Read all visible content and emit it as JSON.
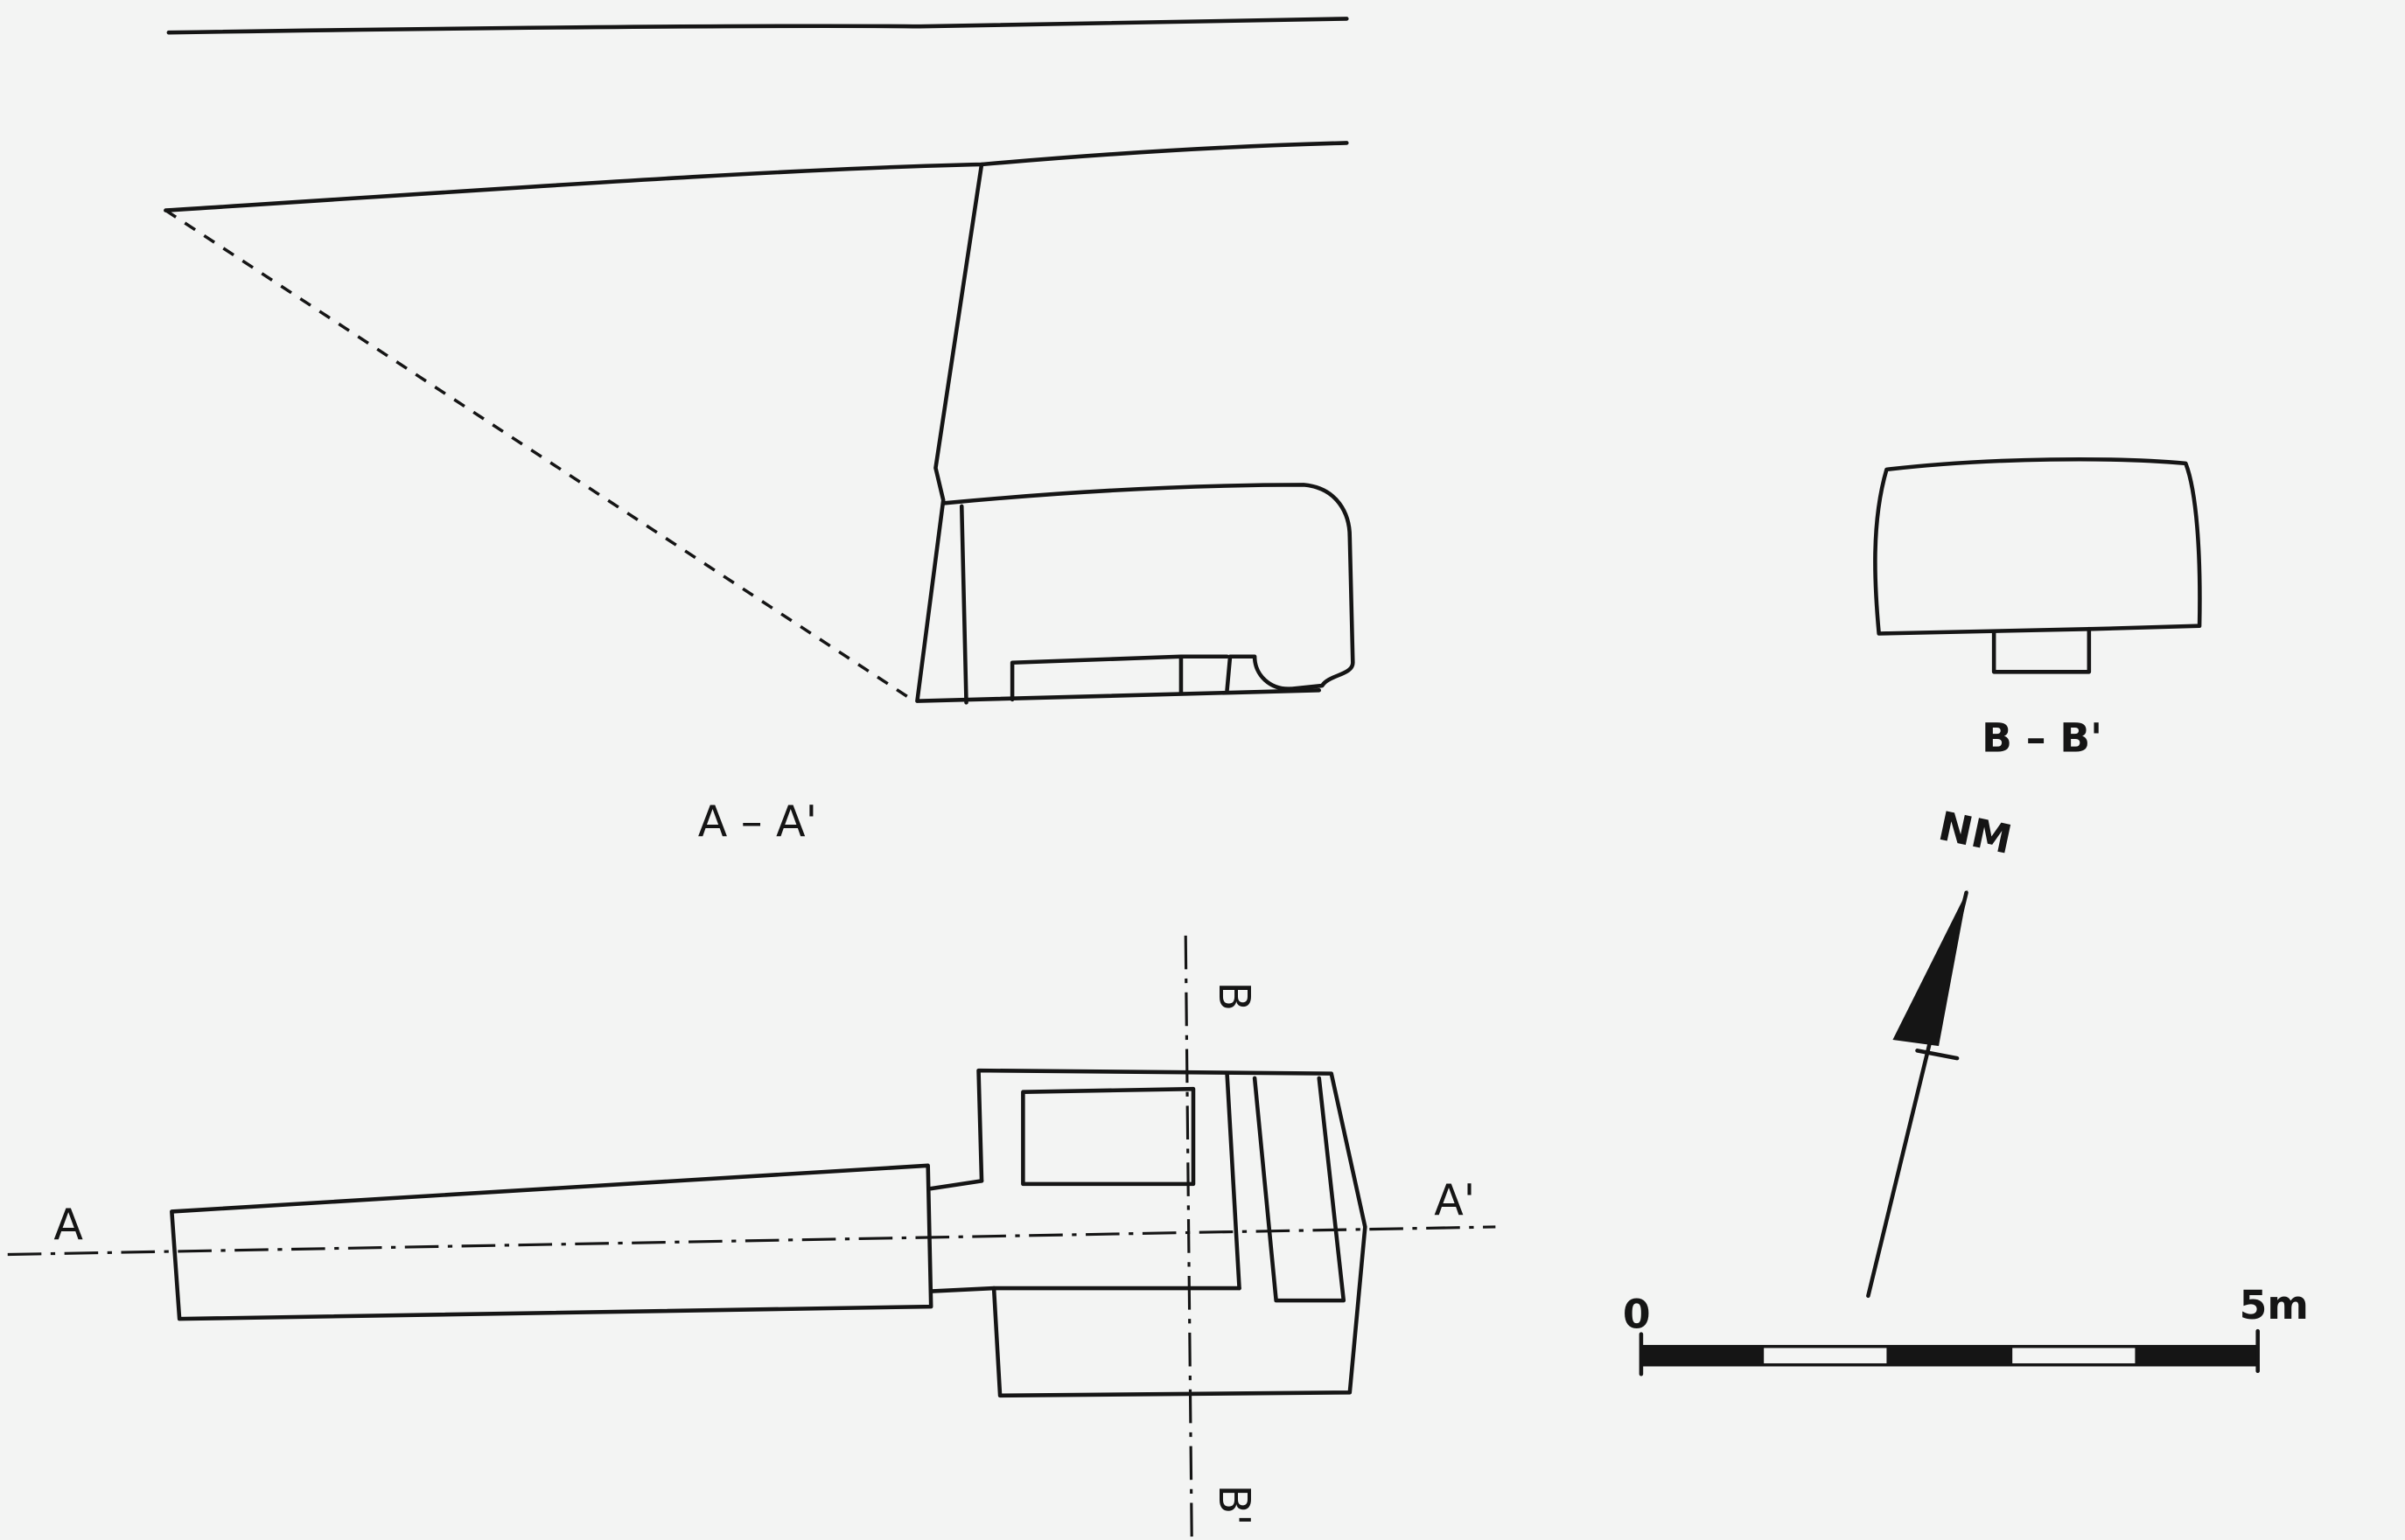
{
  "section_aa": {
    "label": "A – A'"
  },
  "section_bb": {
    "label": "B – B'"
  },
  "plan": {
    "axis_a_start": "A",
    "axis_a_end": "A'",
    "axis_b_start": "B",
    "axis_b_end": "B'"
  },
  "north_arrow": {
    "label": "NM"
  },
  "scale_bar": {
    "start_label": "0",
    "end_label": "5m",
    "segments": 5
  }
}
